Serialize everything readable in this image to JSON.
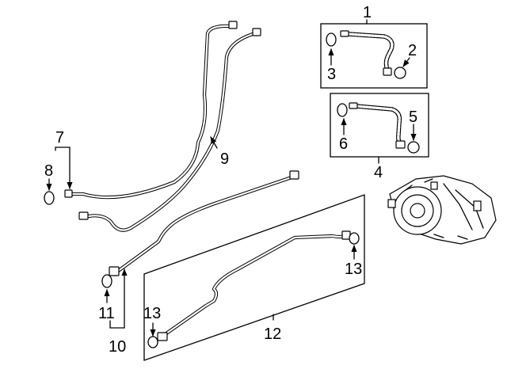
{
  "callouts": {
    "c1": "1",
    "c2": "2",
    "c3": "3",
    "c4": "4",
    "c5": "5",
    "c6": "6",
    "c7": "7",
    "c8": "8",
    "c9": "9",
    "c10": "10",
    "c11": "11",
    "c12": "12",
    "c13a": "13",
    "c13b": "13"
  }
}
